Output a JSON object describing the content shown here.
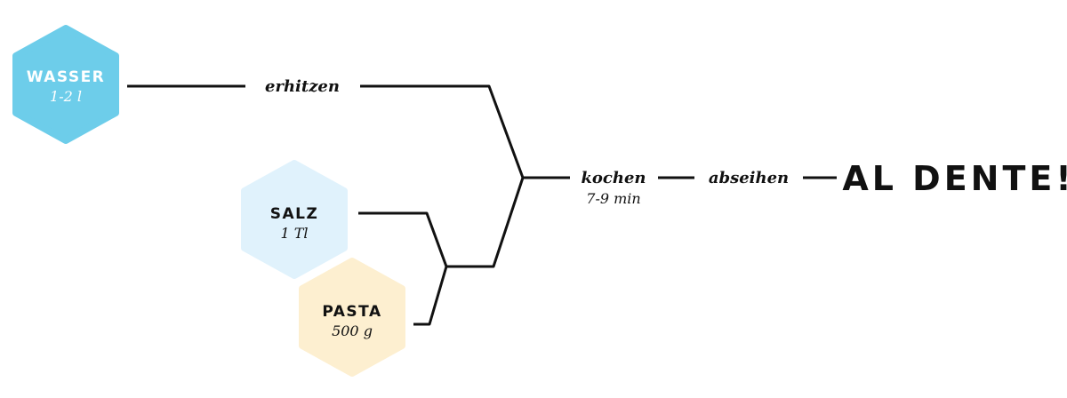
{
  "colors": {
    "wasser": "#6dcdea",
    "salz": "#e0f2fc",
    "pasta": "#fdefd0",
    "line": "#111111"
  },
  "ingredients": {
    "wasser": {
      "name": "WASSER",
      "amount": "1-2 l"
    },
    "salz": {
      "name": "SALZ",
      "amount": "1 Tl"
    },
    "pasta": {
      "name": "PASTA",
      "amount": "500 g"
    }
  },
  "steps": {
    "heat": "erhitzen",
    "cook": "kochen",
    "cook_time": "7-9 min",
    "drain": "abseihen"
  },
  "result": "AL DENTE!"
}
